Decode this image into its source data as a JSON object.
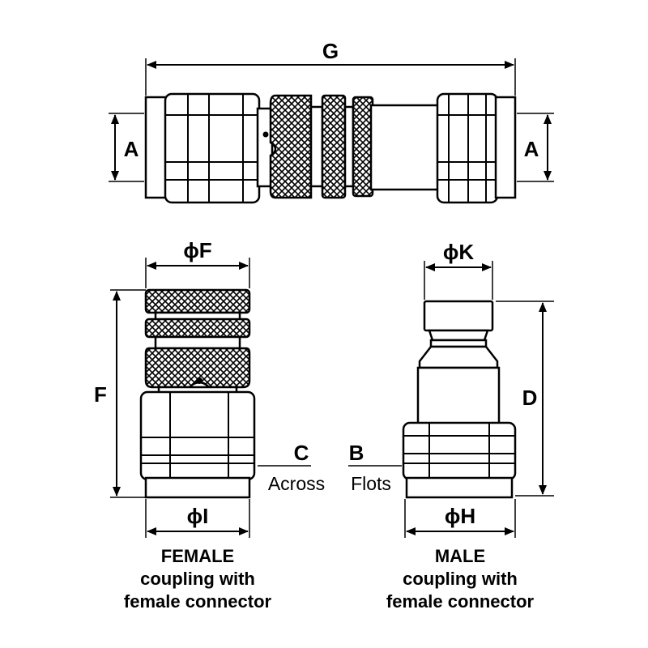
{
  "labels": {
    "G": "G",
    "A_left": "A",
    "A_right": "A",
    "phiF": "ϕF",
    "F": "F",
    "C": "C",
    "across": "Across",
    "phiI": "ϕI",
    "phiK": "ϕK",
    "D": "D",
    "B": "B",
    "flots": "Flots",
    "phiH": "ϕH"
  },
  "captions": {
    "female": [
      "FEMALE",
      "coupling with",
      "female connector"
    ],
    "male": [
      "MALE",
      "coupling with",
      "female connector"
    ]
  },
  "colors": {
    "ink": "#000000",
    "paper": "#ffffff"
  }
}
